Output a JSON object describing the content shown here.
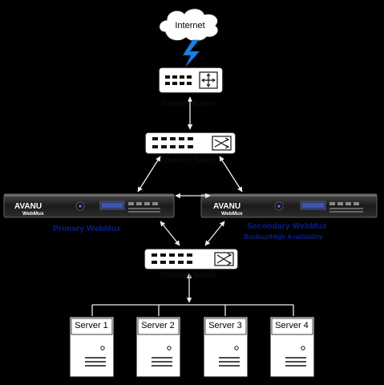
{
  "internet": {
    "label": "Internet"
  },
  "router": {
    "label": "Internet Router"
  },
  "switch_top": {
    "label": "Ethernet Switch"
  },
  "switch_bottom": {
    "label": "Ethernet Switch"
  },
  "primary": {
    "brand": "AVANU",
    "model": "WebMux",
    "label": "Primary WebMux"
  },
  "secondary": {
    "brand": "AVANU",
    "model": "WebMux",
    "label": "Secondary WebMux",
    "sublabel": "Backup/High Availability"
  },
  "servers": [
    {
      "label": "Server 1"
    },
    {
      "label": "Server 2"
    },
    {
      "label": "Server 3"
    },
    {
      "label": "Server 4"
    }
  ],
  "colors": {
    "background": "#000000",
    "label_blue": "#0a1e8c",
    "bolt": "#1e7fe0",
    "device": "#ffffff"
  }
}
